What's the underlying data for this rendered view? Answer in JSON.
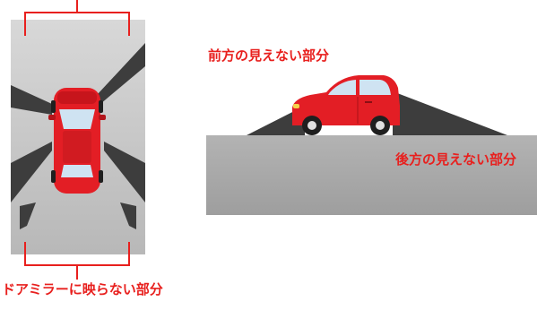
{
  "labels": {
    "front_blind": "前方の見えない部分",
    "rear_blind": "後方の見えない部分",
    "mirror_blind": "ドアミラーに映らない部分"
  },
  "colors": {
    "label_red": "#e8201e",
    "car_red": "#e31e25",
    "car_dark_red": "#b3141a",
    "blind_zone": "#3d3d3d",
    "ground_gray": "#a8a8a8",
    "top_view_panel": "#c9c9c9",
    "bracket_red": "#e8201e",
    "window_glass": "#cfe3f2",
    "tire": "#1f1f1f",
    "hubcap": "#e0e0e0"
  }
}
